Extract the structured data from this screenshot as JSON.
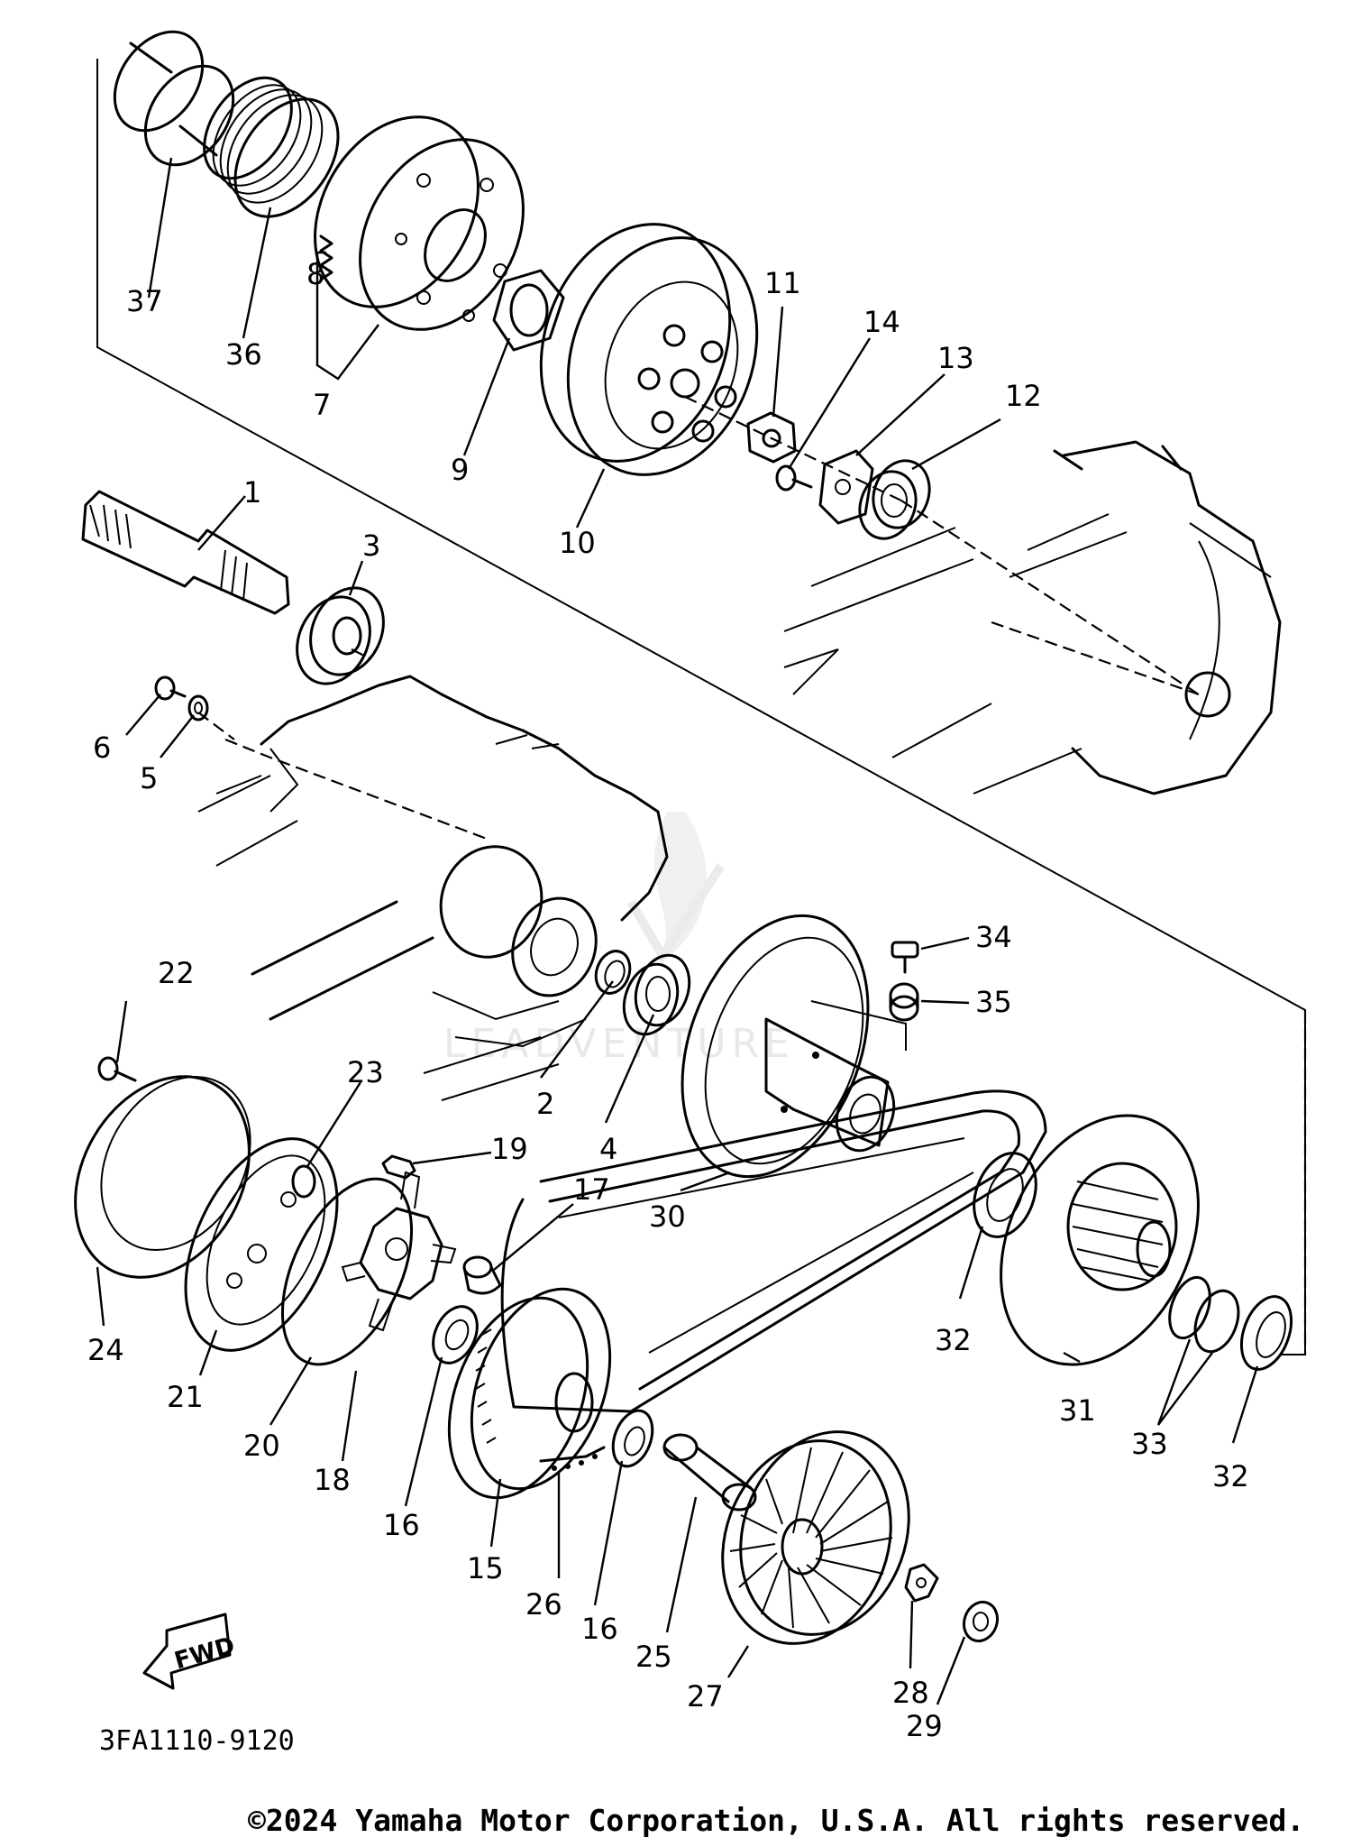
{
  "diagram": {
    "part_labels": [
      "1",
      "2",
      "3",
      "4",
      "5",
      "6",
      "7",
      "8",
      "9",
      "10",
      "11",
      "12",
      "13",
      "14",
      "15",
      "16",
      "16",
      "17",
      "18",
      "19",
      "20",
      "21",
      "22",
      "23",
      "24",
      "25",
      "26",
      "27",
      "28",
      "29",
      "30",
      "31",
      "32",
      "32",
      "33",
      "34",
      "35",
      "36",
      "37"
    ],
    "direction_label": "FWD",
    "diagram_code": "3FA1110-9120",
    "watermark": "LEADVENTURE"
  },
  "footer": {
    "copyright": "©2024 Yamaha Motor Corporation, U.S.A. All rights reserved."
  }
}
